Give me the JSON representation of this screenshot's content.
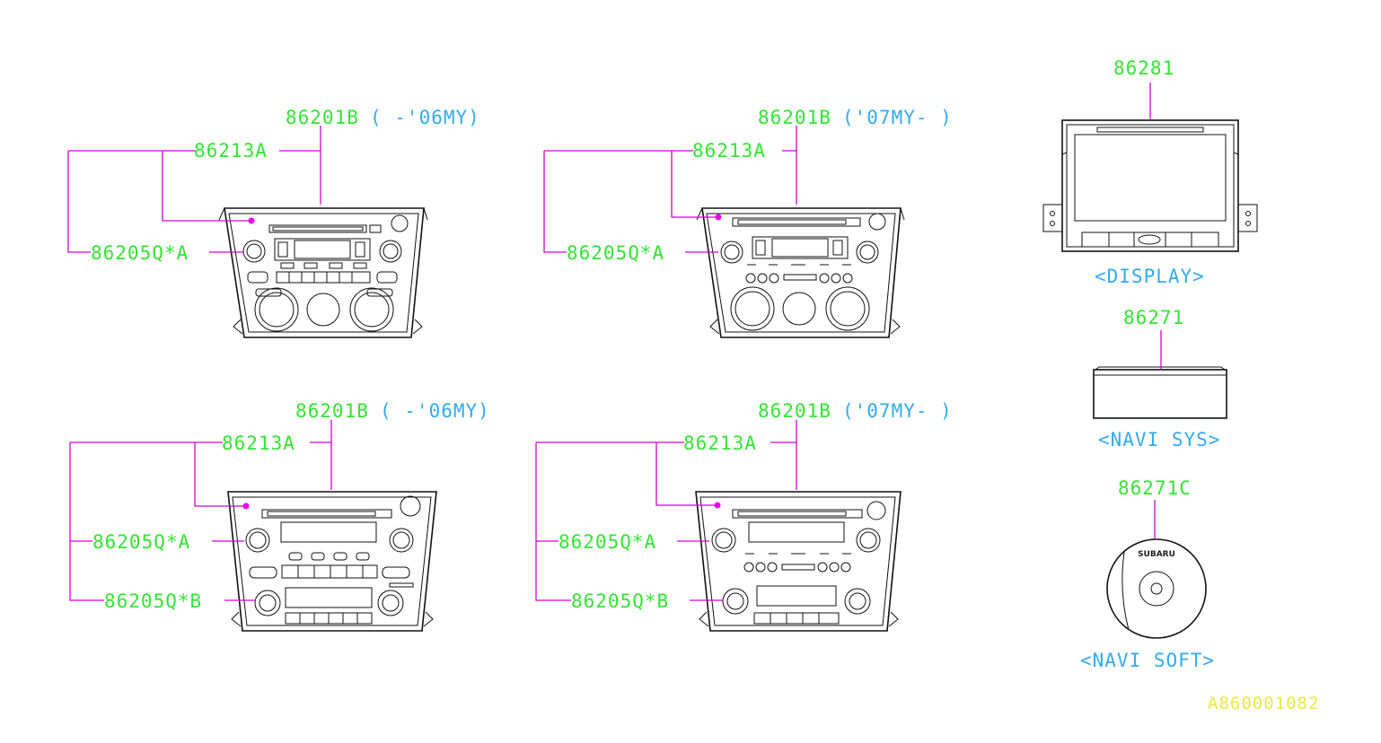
{
  "labels": {
    "p1": "86201B",
    "s1": "( -'06MY)",
    "a1": "86213A",
    "q1": "86205Q*A",
    "p2": "86201B",
    "s2": "('07MY- )",
    "a2": "86213A",
    "q2": "86205Q*A",
    "p3": "86201B",
    "s3": "( -'06MY)",
    "a3": "86213A",
    "q3a": "86205Q*A",
    "q3b": "86205Q*B",
    "p4": "86201B",
    "s4": "('07MY- )",
    "a4": "86213A",
    "q4a": "86205Q*A",
    "q4b": "86205Q*B",
    "display_num": "86281",
    "display_cap": "<DISPLAY>",
    "navi_sys_num": "86271",
    "navi_sys_cap": "<NAVI SYS>",
    "navi_soft_num": "86271C",
    "navi_soft_cap": "<NAVI SOFT>",
    "disc_brand": "SUBARU",
    "diagram_id": "A860001082"
  },
  "colors": {
    "part_number": "#33e533",
    "caption": "#33aaee",
    "leader": "#d600d6",
    "diagram_id": "#e8e844"
  }
}
